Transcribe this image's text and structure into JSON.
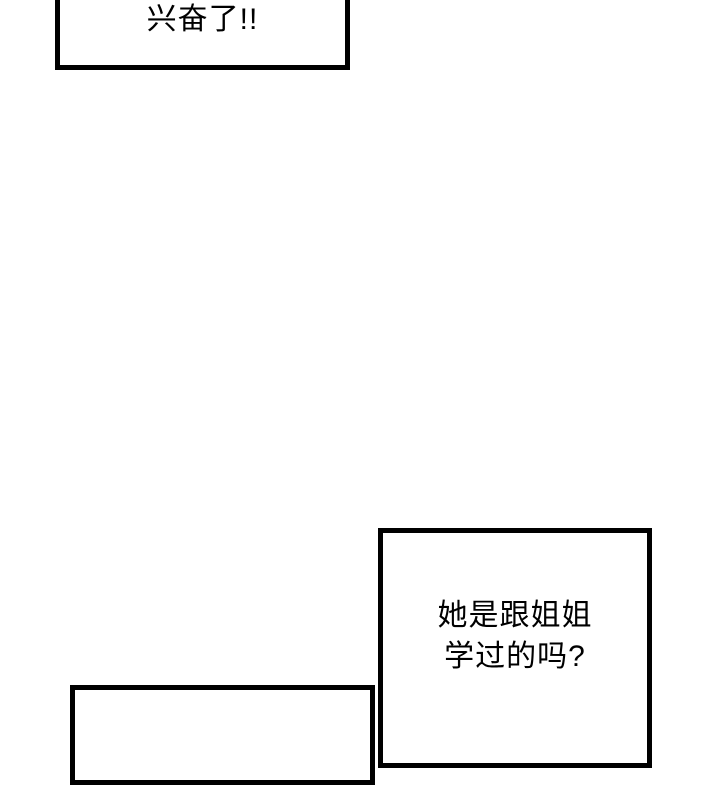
{
  "page": {
    "background_color": "#ffffff",
    "panel_border_color": "#000000"
  },
  "bubbles": [
    {
      "id": "bubble-top-left",
      "lines": [
        "兴奋了!!"
      ]
    },
    {
      "id": "bubble-bottom-right",
      "lines": [
        "她是跟姐姐",
        "学过的吗?"
      ]
    },
    {
      "id": "bubble-bottom-left",
      "lines": []
    }
  ]
}
